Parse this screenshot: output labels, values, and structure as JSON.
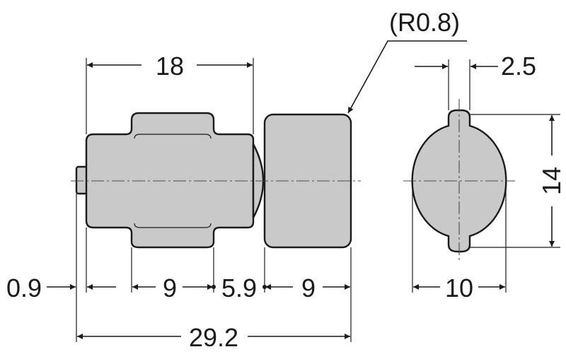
{
  "colors": {
    "part_fill": "#c9c9c9",
    "line": "#1a1a1a"
  },
  "labels": {
    "radius_note": "(R0.8)",
    "overall_length_top": "18",
    "tab_width": "2.5",
    "height_right": "14",
    "stub": "0.9",
    "seg_a": "9",
    "seg_b": "5.9",
    "seg_c": "9",
    "diameter": "10",
    "total_length": "29.2"
  }
}
